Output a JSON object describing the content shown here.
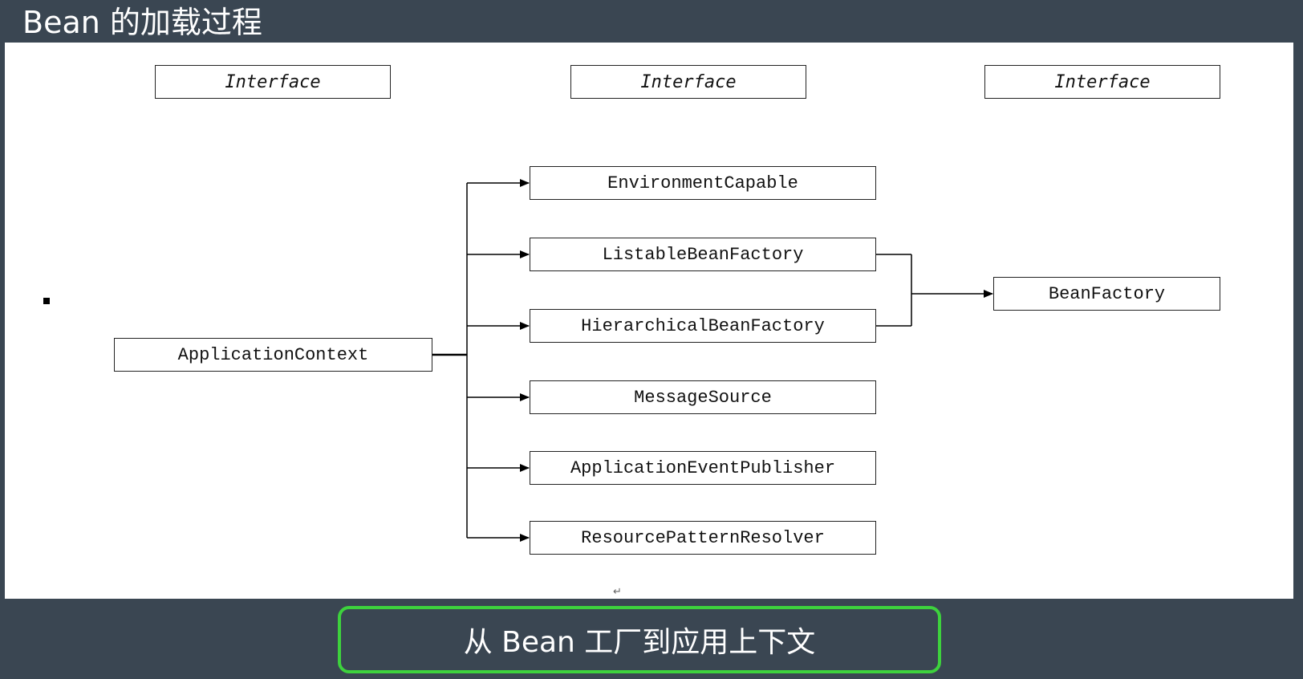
{
  "title": "Bean 的加载过程",
  "caption": "从 Bean 工厂到应用上下文",
  "diagram": {
    "interface_labels": [
      "Interface",
      "Interface",
      "Interface"
    ],
    "root": "ApplicationContext",
    "children": [
      "EnvironmentCapable",
      "ListableBeanFactory",
      "HierarchicalBeanFactory",
      "MessageSource",
      "ApplicationEventPublisher",
      "ResourcePatternResolver"
    ],
    "target": "BeanFactory",
    "return_mark": "↵"
  },
  "colors": {
    "background": "#3a4652",
    "caption_border": "#3dd23d",
    "canvas": "#ffffff"
  }
}
